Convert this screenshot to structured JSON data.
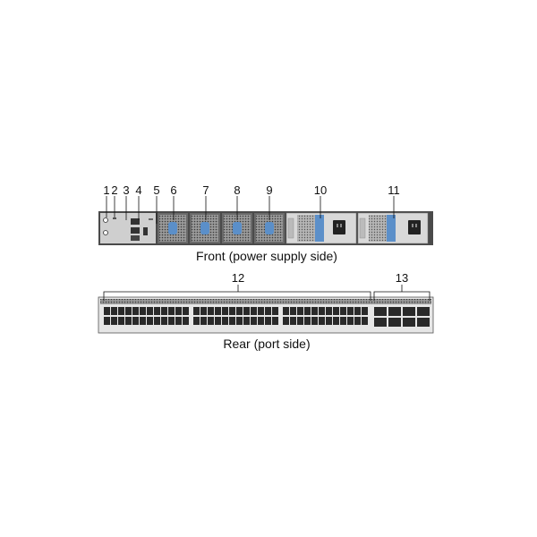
{
  "front": {
    "caption": "Front (power supply side)",
    "callouts": [
      "1",
      "2",
      "3",
      "4",
      "5",
      "6",
      "7",
      "8",
      "9",
      "10",
      "11"
    ]
  },
  "rear": {
    "caption": "Rear (port side)",
    "callouts": [
      "12",
      "13"
    ]
  },
  "colors": {
    "chassis": "#5a5a5a",
    "panel": "#cfcfcf",
    "fan_label": "#5b8fc9",
    "psu_body": "#d9d9d9",
    "port": "#2a2a2a"
  },
  "icons": [
    "fan-module-icon",
    "power-supply-icon",
    "power-socket-icon",
    "sfp-port-icon",
    "qsfp-port-icon"
  ]
}
